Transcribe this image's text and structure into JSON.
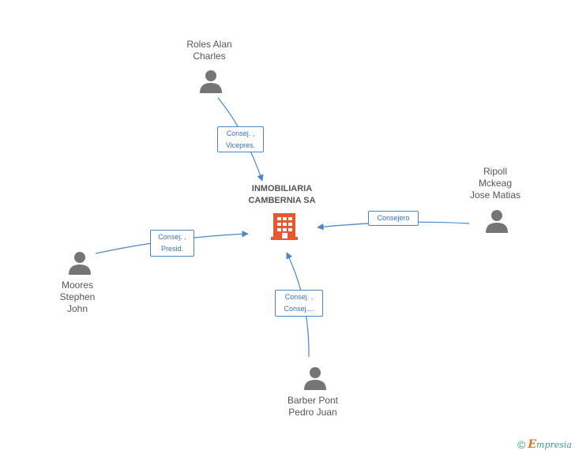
{
  "center": {
    "name": "INMOBILIARIA\nCAMBERNIA SA",
    "icon": "building-icon",
    "color": "#e8582c"
  },
  "people": [
    {
      "id": "roles",
      "name": "Roles Alan\nCharles",
      "icon": "person-icon"
    },
    {
      "id": "ripoll",
      "name": "Ripoll\nMckeag\nJose Matias",
      "icon": "person-icon"
    },
    {
      "id": "moores",
      "name": "Moores\nStephen\nJohn",
      "icon": "person-icon"
    },
    {
      "id": "barber",
      "name": "Barber Pont\nPedro Juan",
      "icon": "person-icon"
    }
  ],
  "edges": [
    {
      "from": "roles",
      "label": "Consej. ,\nVicepres."
    },
    {
      "from": "ripoll",
      "label": "Consejero"
    },
    {
      "from": "moores",
      "label": "Consej. ,\nPresid."
    },
    {
      "from": "barber",
      "label": "Consej. ,\nConsej...."
    }
  ],
  "colors": {
    "edge": "#4a86c8",
    "person": "#757575",
    "text": "#555555"
  },
  "footer": {
    "copyright": "©",
    "brand_initial": "E",
    "brand_rest": "mpresia"
  }
}
